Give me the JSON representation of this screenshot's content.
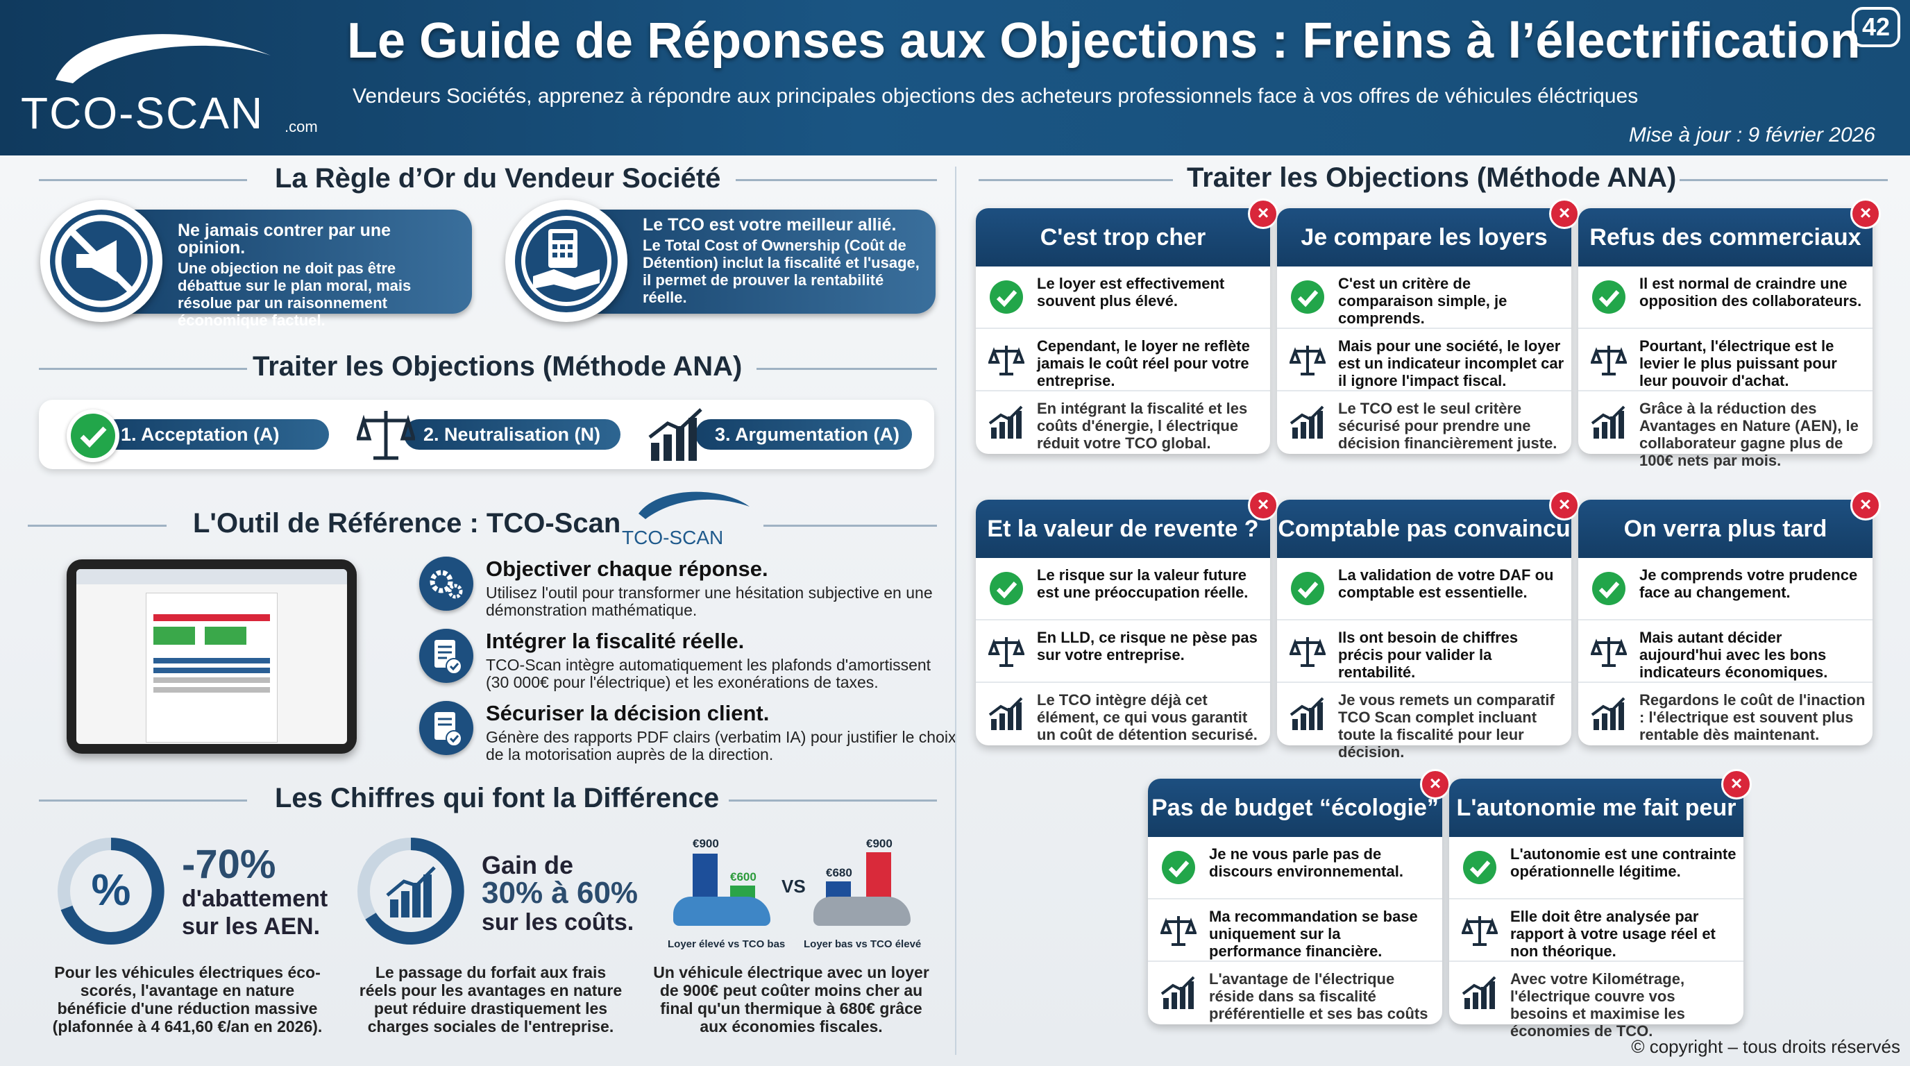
{
  "header": {
    "logo_text": "TCO-SCAN",
    "logo_suffix": ".com",
    "title": "Le Guide de Réponses aux Objections : Freins à l’électrification",
    "subtitle": "Vendeurs Sociétés, apprenez à répondre aux principales objections des acheteurs professionnels face à vos offres de véhicules éléctriques",
    "update": "Mise à jour : 9 février 2026",
    "page_number": "42"
  },
  "golden_rule": {
    "title": "La Règle d’Or du Vendeur Société",
    "rule1": {
      "head": "Ne jamais contrer par une opinion.",
      "body": "Une objection ne doit pas être débattue sur le plan moral, mais résolue par un raisonnement économique factuel."
    },
    "rule2": {
      "head": "Le TCO est votre meilleur allié.",
      "body": "Le Total Cost of Ownership (Coût de Détention) inclut la fiscalité et l'usage, il permet de prouver la rentabilité réelle."
    }
  },
  "ana": {
    "title": "Traiter les Objections (Méthode ANA)",
    "steps": [
      "1. Acceptation (A)",
      "2. Neutralisation (N)",
      "3. Argumentation (A)"
    ]
  },
  "tool": {
    "title": "L'Outil de Référence : TCO-Scan",
    "logo_text": "TCO-SCAN",
    "items": [
      {
        "title": "Objectiver chaque réponse.",
        "desc": "Utilisez l'outil pour transformer une hésitation subjective en une démonstration mathématique."
      },
      {
        "title": "Intégrer la fiscalité réelle.",
        "desc": "TCO-Scan intègre automatiquement les plafonds d'amortissent (30 000€ pour l'électrique) et les exonérations de taxes."
      },
      {
        "title": "Sécuriser la décision client.",
        "desc": "Génère des rapports PDF clairs (verbatim IA) pour justifier le choix de la motorisation auprès de la direction."
      }
    ]
  },
  "figures": {
    "title": "Les Chiffres qui font la Différence",
    "stat1": {
      "big": "-70%",
      "line2": "d'abattement",
      "line3": "sur les AEN.",
      "caption": "Pour les véhicules électriques éco-scorés, l'avantage en nature bénéficie d'une réduction massive (plafonnée à 4 641,60 €/an en 2026)."
    },
    "stat2": {
      "line1": "Gain de",
      "big": "30% à 60%",
      "line3": "sur les coûts.",
      "caption": "Le passage du forfait aux frais réels pour les avantages en nature peut réduire drastiquement les charges sociales de l'entreprise."
    },
    "stat3": {
      "ev_loyer": "€900",
      "ev_tco": "€600",
      "ice_loyer": "€680",
      "ice_tco": "€900",
      "vs": "VS",
      "label_ev": "Loyer élevé vs TCO bas",
      "label_ice": "Loyer bas vs TCO élevé",
      "caption": "Un véhicule électrique avec un loyer de 900€ peut coûter moins cher au final qu'un thermique à 680€ grâce aux économies fiscales."
    }
  },
  "objections": {
    "title": "Traiter les Objections (Méthode ANA)",
    "cards": [
      {
        "title": "C'est trop cher",
        "a": "Le loyer est effectivement souvent plus élevé.",
        "n": "Cependant, le loyer ne reflète jamais le coût réel pour votre entreprise.",
        "arg": "En intégrant la fiscalité et les coûts d'énergie, l électrique réduit votre TCO global."
      },
      {
        "title": "Je compare les loyers",
        "a": "C'est un critère de comparaison simple, je comprends.",
        "n": "Mais pour une société, le loyer est un indicateur incomplet car il ignore l'impact fiscal.",
        "arg": "Le TCO est le seul critère sécurisé pour prendre une décision financièrement juste."
      },
      {
        "title": "Refus des commerciaux",
        "a": "Il est normal de craindre une opposition des collaborateurs.",
        "n": "Pourtant, l'électrique est le levier le plus puissant pour leur pouvoir d'achat.",
        "arg": "Grâce à la réduction des Avantages en Nature (AEN), le collaborateur gagne plus de 100€ nets par mois."
      },
      {
        "title": "Et la valeur de revente ?",
        "a": "Le risque sur la valeur future est une préoccupation réelle.",
        "n": "En LLD, ce risque ne pèse pas sur votre entreprise.",
        "arg": "Le TCO intègre déjà cet élément, ce qui vous garantit un coût de détention securisé."
      },
      {
        "title": "Comptable pas convaincu",
        "a": "La validation de votre DAF ou comptable est essentielle.",
        "n": "Ils ont besoin de chiffres précis pour valider la rentabilité.",
        "arg": "Je vous remets un comparatif TCO Scan complet incluant toute la fiscalité pour leur décision."
      },
      {
        "title": "On verra plus tard",
        "a": "Je comprends votre prudence face au changement.",
        "n": "Mais autant décider aujourd'hui avec les bons indicateurs économiques.",
        "arg": "Regardons le coût de l'inaction : l'électrique est souvent plus rentable dès maintenant."
      },
      {
        "title": "Pas de budget “écologie”",
        "a": "Je ne vous parle pas de discours environnemental.",
        "n": "Ma recommandation se base uniquement sur la performance financière.",
        "arg": "L'avantage de l'électrique réside dans sa fiscalité préférentielle et ses bas coûts"
      },
      {
        "title": "L'autonomie me fait peur",
        "a": "L'autonomie est une contrainte opérationnelle légitime.",
        "n": "Elle doit être analysée par rapport à votre usage réel et non théorique.",
        "arg": "Avec votre Kilométrage, l'électrique couvre vos besoins et maximise les économies de TCO."
      }
    ]
  },
  "footer": {
    "copyright": "© copyright – tous droits réservés"
  },
  "colors": {
    "header": "#1a5583",
    "card_head": "#1d4f80",
    "check": "#22a64a",
    "close": "#d9263a"
  }
}
